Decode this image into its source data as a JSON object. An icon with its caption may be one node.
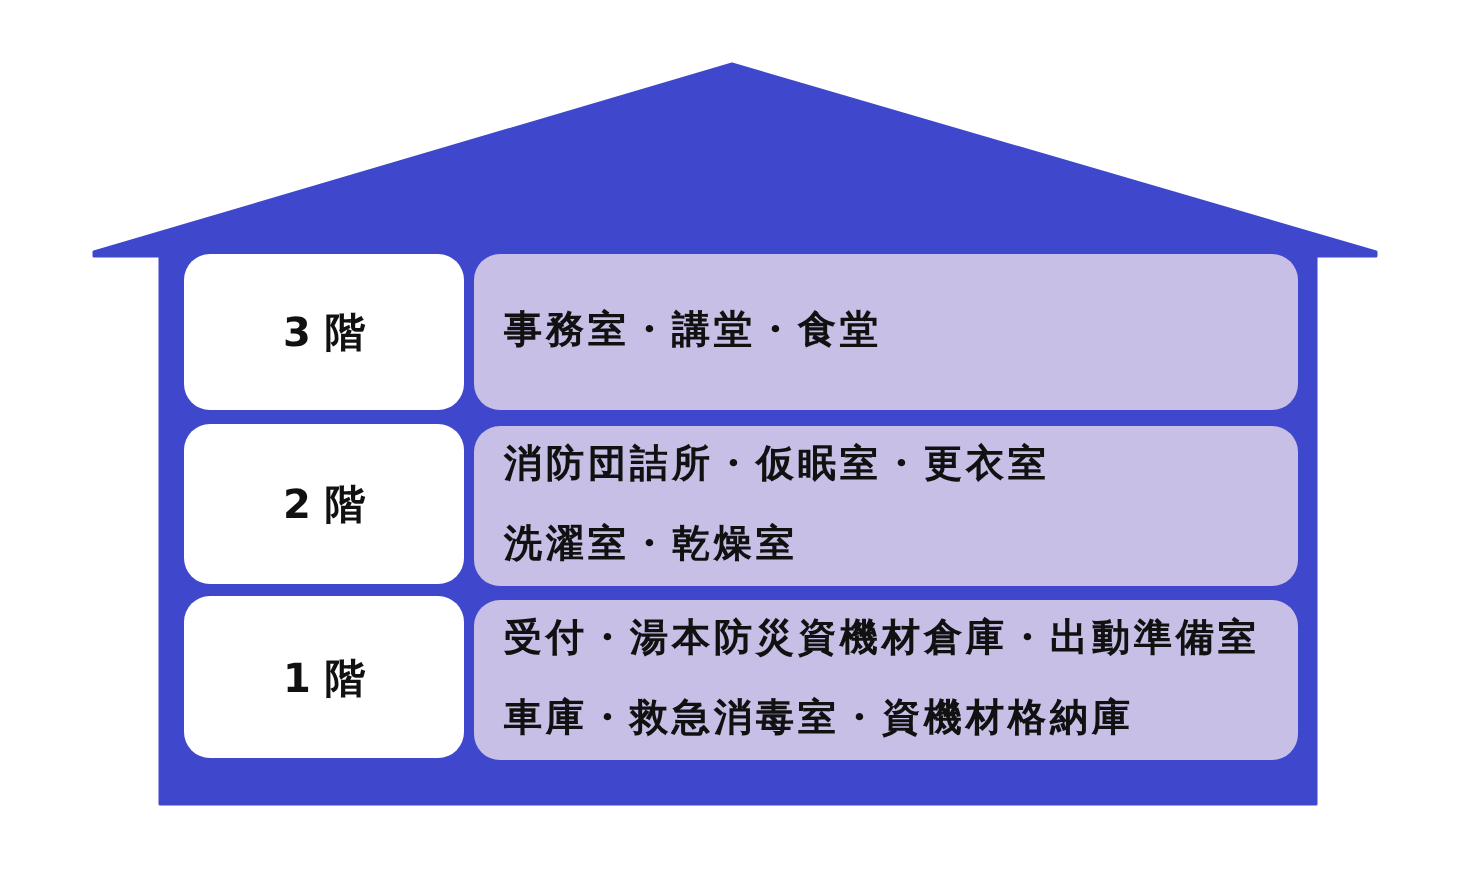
{
  "diagram": {
    "nodes": [
      {
        "text": [],
        "shape": "house"
      },
      {
        "text": [
          "3 階"
        ],
        "in": 0
      },
      {
        "text": [
          "事務室・講堂・食堂"
        ],
        "in": 0
      },
      {
        "text": [
          "2 階"
        ],
        "in": 0
      },
      {
        "text": [
          "消防団詰所・仮眠室・更衣室",
          "洗濯室・乾燥室"
        ],
        "in": 0
      },
      {
        "text": [
          "1 階"
        ],
        "in": 0
      },
      {
        "text": [
          "受付・湯本防災資機材倉庫・出動準備室",
          "車庫・救急消毒室・資機材格納庫"
        ],
        "in": 0
      }
    ]
  }
}
